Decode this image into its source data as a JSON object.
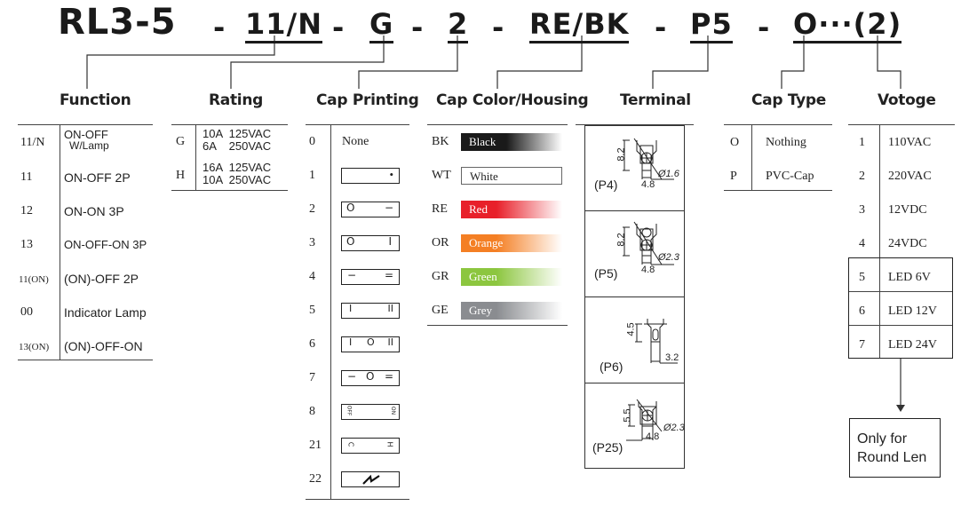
{
  "code": {
    "parts": [
      "RL3-5",
      "-",
      "11/N",
      "-",
      "G",
      "-",
      "2",
      "-",
      "RE/BK",
      "-",
      "P5",
      "-",
      "O···(2)"
    ]
  },
  "function": {
    "title": "Function",
    "rows": [
      {
        "code": "11/N",
        "desc": "ON-OFF",
        "desc2": "W/Lamp"
      },
      {
        "code": "11",
        "desc": "ON-OFF  2P"
      },
      {
        "code": "12",
        "desc": "ON-ON  3P"
      },
      {
        "code": "13",
        "desc": "ON-OFF-ON 3P"
      },
      {
        "code": "11(ON)",
        "desc": "(ON)-OFF 2P"
      },
      {
        "code": "00",
        "desc": "Indicator Lamp"
      },
      {
        "code": "13(ON)",
        "desc": "(ON)-OFF-ON"
      }
    ]
  },
  "rating": {
    "title": "Rating",
    "rows": [
      {
        "code": "G",
        "line1": "10A  125VAC",
        "line2": "6A    250VAC"
      },
      {
        "code": "H",
        "line1": "16A  125VAC",
        "line2": "10A  250VAC"
      }
    ]
  },
  "cap_printing": {
    "title": "Cap Printing",
    "rows": [
      {
        "code": "0",
        "text": "None"
      },
      {
        "code": "1",
        "symbol": "•"
      },
      {
        "code": "2",
        "left": "O",
        "right": "−"
      },
      {
        "code": "3",
        "left": "O",
        "right": "I"
      },
      {
        "code": "4",
        "left": "−",
        "right": "="
      },
      {
        "code": "5",
        "left": "I",
        "right": "II"
      },
      {
        "code": "6",
        "left": "I",
        "mid": "O",
        "right": "II"
      },
      {
        "code": "7",
        "left": "−",
        "mid": "O",
        "right": "="
      },
      {
        "code": "8",
        "left": "OFF",
        "right": "ON"
      },
      {
        "code": "21",
        "left": "C",
        "right": "H"
      },
      {
        "code": "22",
        "symbol": "↯"
      }
    ]
  },
  "cap_color": {
    "title": "Cap Color/Housing",
    "rows": [
      {
        "code": "BK",
        "name": "Black",
        "color": "#1a1a1a"
      },
      {
        "code": "WT",
        "name": "White",
        "color": "#ffffff"
      },
      {
        "code": "RE",
        "name": "Red",
        "color": "#e8202a"
      },
      {
        "code": "OR",
        "name": "Orange",
        "color": "#f47f24"
      },
      {
        "code": "GR",
        "name": "Green",
        "color": "#8cc63f"
      },
      {
        "code": "GE",
        "name": "Grey",
        "color": "#8a8c90"
      }
    ]
  },
  "terminal": {
    "title": "Terminal",
    "rows": [
      {
        "label": "(P4)",
        "height": "8.2",
        "width": "4.8",
        "hole": "Ø1.6"
      },
      {
        "label": "(P5)",
        "height": "8.2",
        "width": "4.8",
        "hole": "Ø2.3"
      },
      {
        "label": "(P6)",
        "height": "4.5",
        "width": "3.2"
      },
      {
        "label": "(P25)",
        "height": "5.5",
        "width": "4.8",
        "hole": "Ø2.3"
      }
    ]
  },
  "cap_type": {
    "title": "Cap Type",
    "rows": [
      {
        "code": "O",
        "desc": "Nothing"
      },
      {
        "code": "P",
        "desc": "PVC-Cap"
      }
    ]
  },
  "voltage": {
    "title": "Votoge",
    "rows": [
      {
        "code": "1",
        "desc": "110VAC"
      },
      {
        "code": "2",
        "desc": "220VAC"
      },
      {
        "code": "3",
        "desc": "12VDC"
      },
      {
        "code": "4",
        "desc": "24VDC"
      },
      {
        "code": "5",
        "desc": "LED 6V"
      },
      {
        "code": "6",
        "desc": "LED 12V"
      },
      {
        "code": "7",
        "desc": "LED 24V"
      }
    ],
    "note": "Only for Round Len"
  }
}
